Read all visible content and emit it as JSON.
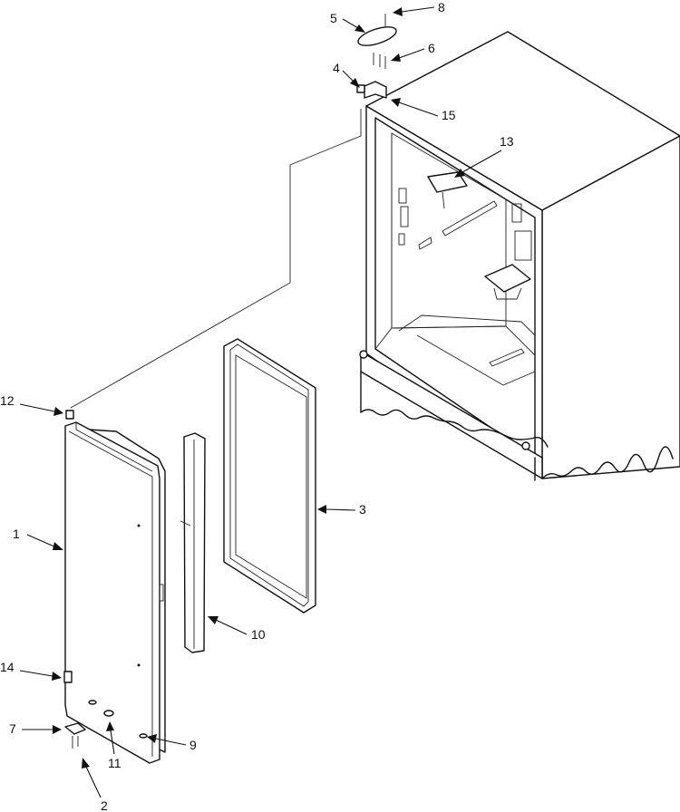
{
  "diagram": {
    "type": "exploded-parts-diagram",
    "callouts": [
      {
        "id": "c1",
        "label": "1"
      },
      {
        "id": "c2",
        "label": "2"
      },
      {
        "id": "c3",
        "label": "3"
      },
      {
        "id": "c4",
        "label": "4"
      },
      {
        "id": "c5",
        "label": "5"
      },
      {
        "id": "c6",
        "label": "6"
      },
      {
        "id": "c7",
        "label": "7"
      },
      {
        "id": "c8",
        "label": "8"
      },
      {
        "id": "c9",
        "label": "9"
      },
      {
        "id": "c10",
        "label": "10"
      },
      {
        "id": "c11",
        "label": "11"
      },
      {
        "id": "c12",
        "label": "12"
      },
      {
        "id": "c13",
        "label": "13"
      },
      {
        "id": "c14",
        "label": "14"
      },
      {
        "id": "c15",
        "label": "15"
      }
    ]
  }
}
